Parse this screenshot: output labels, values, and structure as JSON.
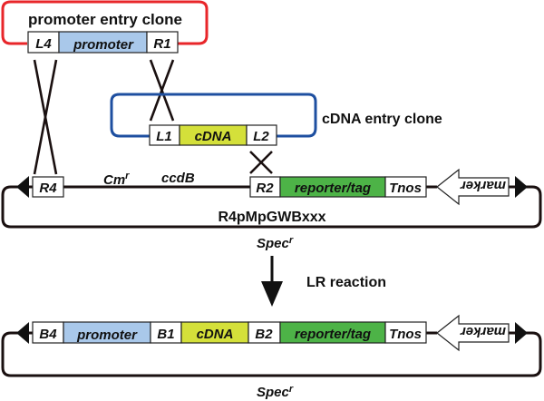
{
  "colors": {
    "promoter_clone_border": "#e8262a",
    "cdna_clone_border": "#1e4fa0",
    "promoter_fill": "#a9c8ea",
    "cdna_fill": "#d4e03a",
    "reporter_fill": "#4db347",
    "site_fill": "#ffffff",
    "line": "#1a1010"
  },
  "promoter_entry_clone": {
    "title": "promoter entry clone",
    "segments": [
      {
        "label": "L4",
        "type": "site"
      },
      {
        "label": "promoter",
        "type": "promoter"
      },
      {
        "label": "R1",
        "type": "site"
      }
    ]
  },
  "cdna_entry_clone": {
    "title": "cDNA entry clone",
    "segments": [
      {
        "label": "L1",
        "type": "site"
      },
      {
        "label": "cDNA",
        "type": "cdna"
      },
      {
        "label": "L2",
        "type": "site"
      }
    ]
  },
  "destination_vector": {
    "name": "R4pMpGWBxxx",
    "segments": [
      {
        "label": "R4",
        "type": "site"
      },
      {
        "label": "R2",
        "type": "site"
      },
      {
        "label": "reporter/tag",
        "type": "reporter"
      },
      {
        "label": "Tnos",
        "type": "site"
      }
    ],
    "cassette_labels": {
      "cm": "Cm",
      "cm_sup": "r",
      "ccdb": "ccdB"
    },
    "marker": "marker",
    "resistance": "Spec",
    "resistance_sup": "r"
  },
  "reaction": {
    "label": "LR reaction"
  },
  "expression_clone": {
    "segments": [
      {
        "label": "B4",
        "type": "site"
      },
      {
        "label": "promoter",
        "type": "promoter"
      },
      {
        "label": "B1",
        "type": "site"
      },
      {
        "label": "cDNA",
        "type": "cdna"
      },
      {
        "label": "B2",
        "type": "site"
      },
      {
        "label": "reporter/tag",
        "type": "reporter"
      },
      {
        "label": "Tnos",
        "type": "site"
      }
    ],
    "marker": "marker",
    "resistance": "Spec",
    "resistance_sup": "r"
  }
}
